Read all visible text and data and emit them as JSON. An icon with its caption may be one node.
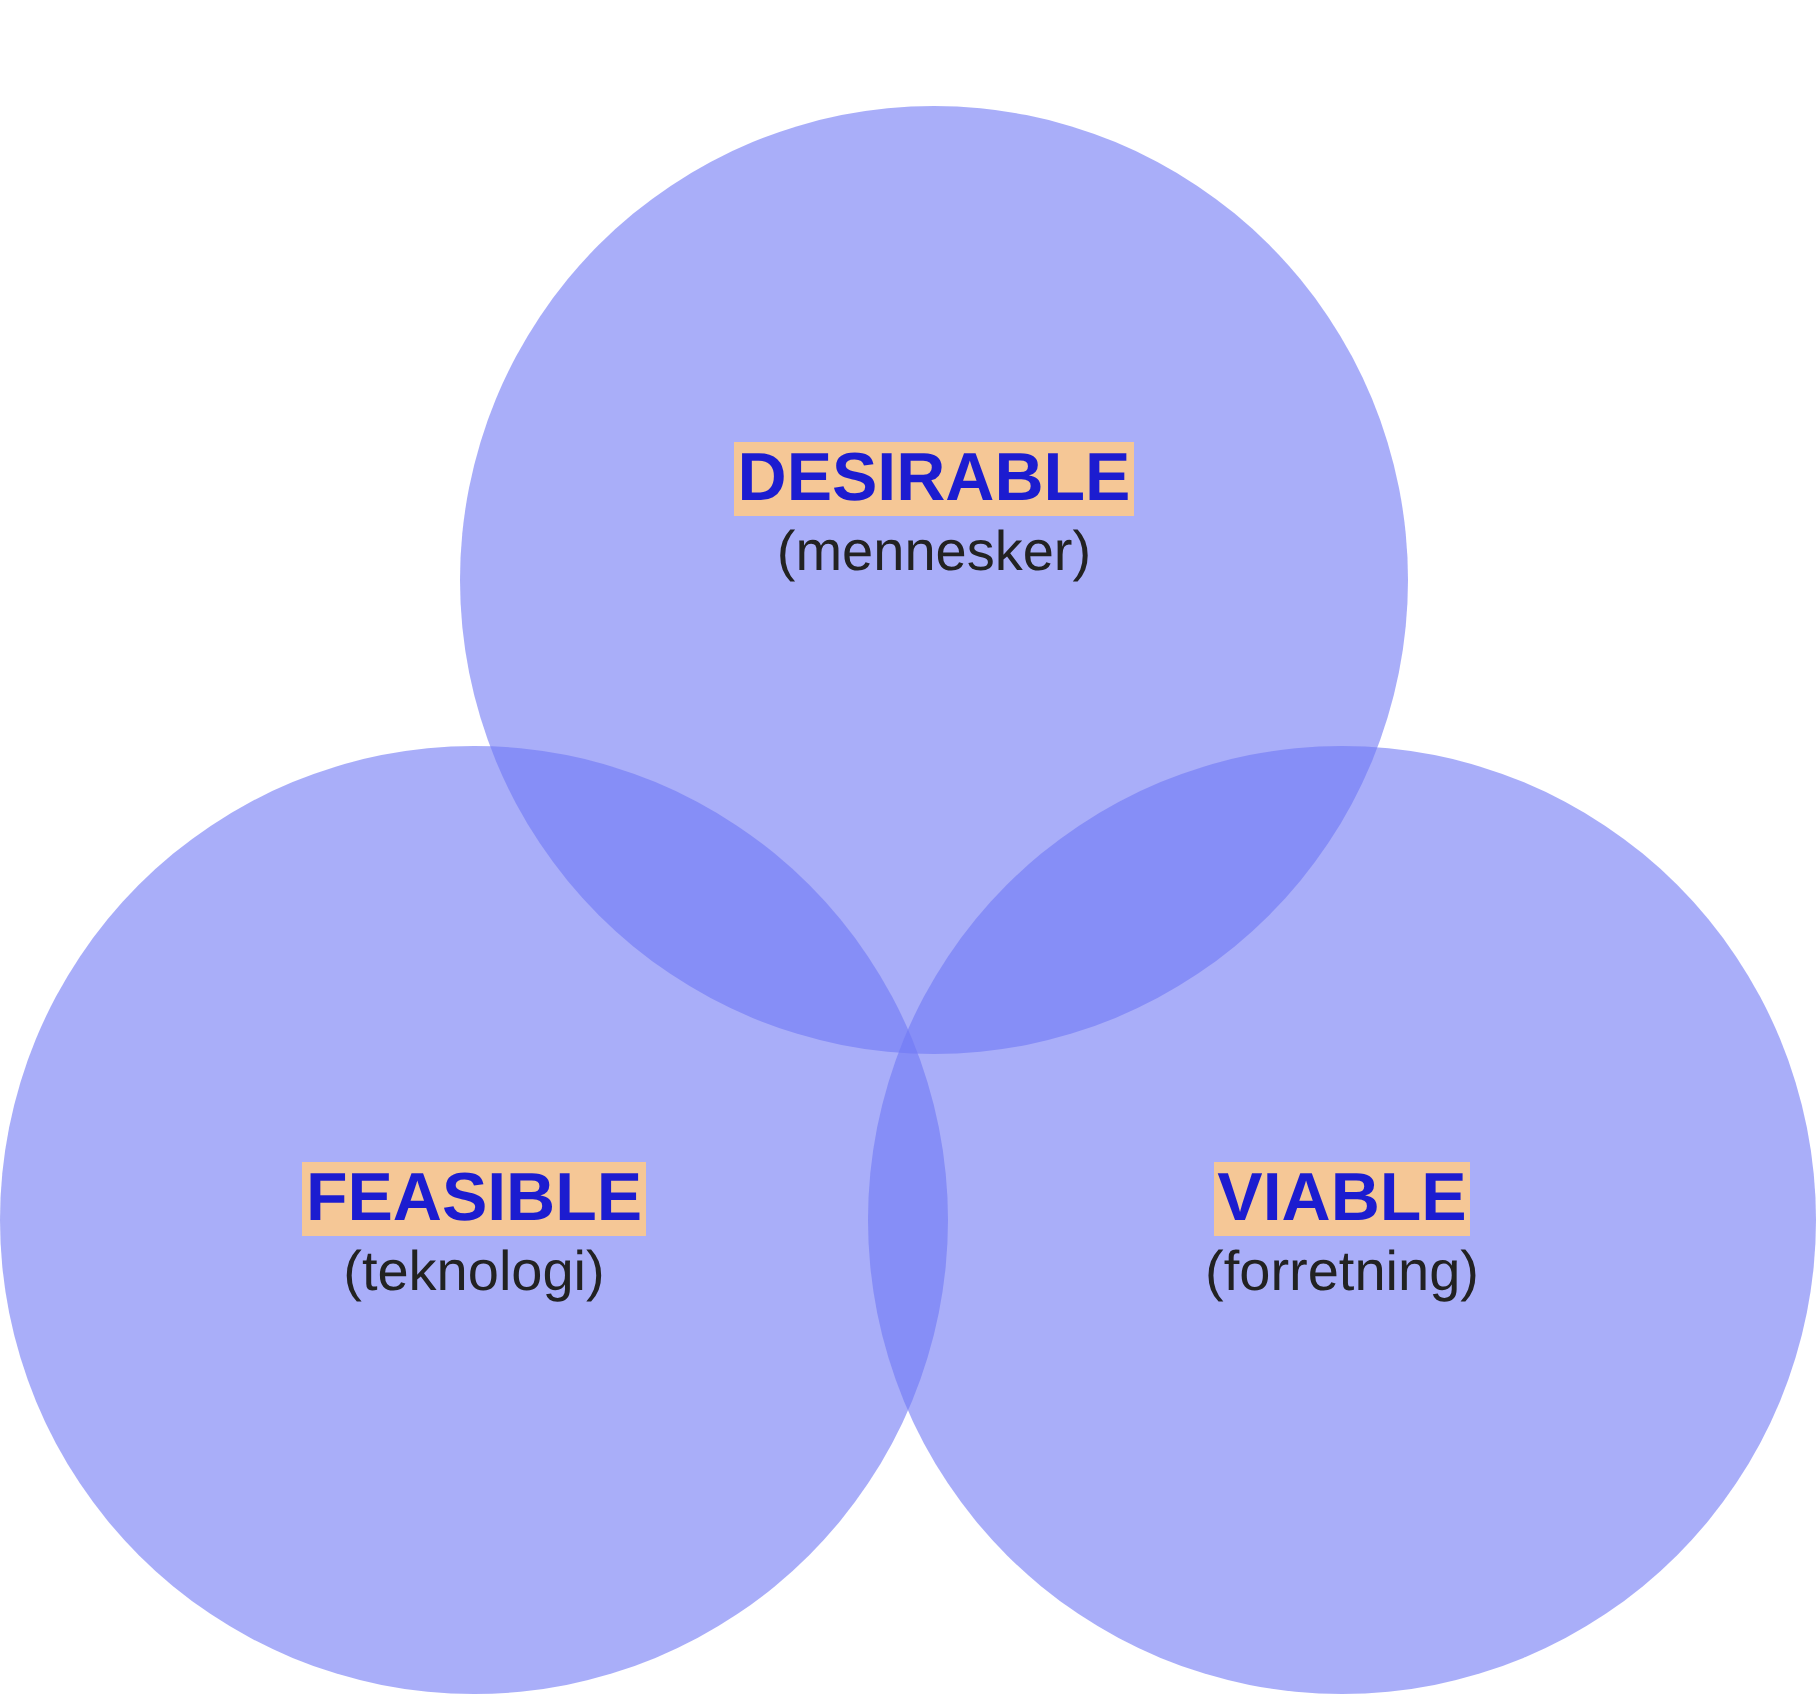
{
  "diagram": {
    "nodes": [
      {
        "text": [
          "DESIRABLE",
          "(mennesker)"
        ]
      },
      {
        "text": [
          "FEASIBLE",
          "(teknologi)"
        ]
      },
      {
        "text": [
          "VIABLE",
          "(forretning)"
        ]
      }
    ]
  }
}
